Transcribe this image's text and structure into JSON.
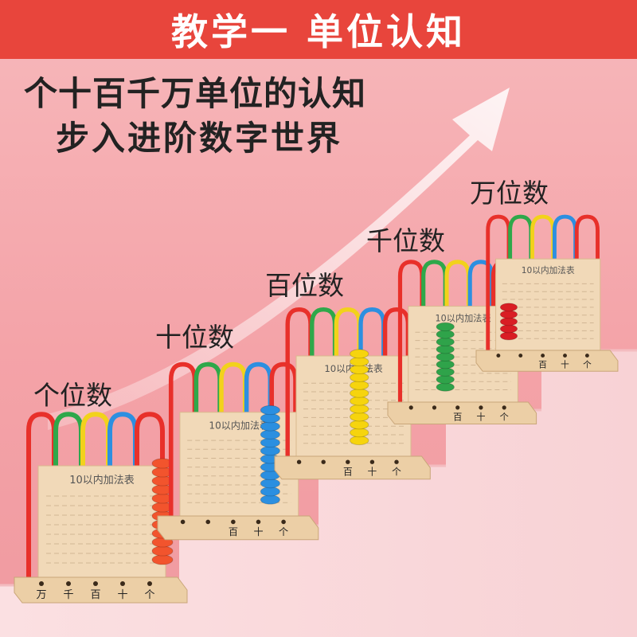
{
  "banner": {
    "title": "教学一  单位认知"
  },
  "headline": {
    "line1": "个十百千万单位的认知",
    "line2": "步入进阶数字世界"
  },
  "steps": [
    {
      "label": "个位数"
    },
    {
      "label": "十位数"
    },
    {
      "label": "百位数"
    },
    {
      "label": "千位数"
    },
    {
      "label": "万位数"
    }
  ],
  "board": {
    "title": "10以内加法表"
  },
  "base_labels": {
    "five": [
      "万",
      "千",
      "百",
      "十",
      "个"
    ],
    "three": [
      "百",
      "十",
      "个"
    ]
  },
  "colors": {
    "banner": "#e8453c",
    "rod_colors": [
      "#e8302a",
      "#2ea84a",
      "#f2d21b",
      "#2d8fe0",
      "#e8302a"
    ],
    "bead_ones": "#f2542d",
    "bead_tens": "#2b8fe0",
    "bead_hundreds": "#f6d40e",
    "bead_thousands": "#2fa34a",
    "bead_tenthousands": "#d91d24",
    "wood": "#f1d9b8"
  }
}
